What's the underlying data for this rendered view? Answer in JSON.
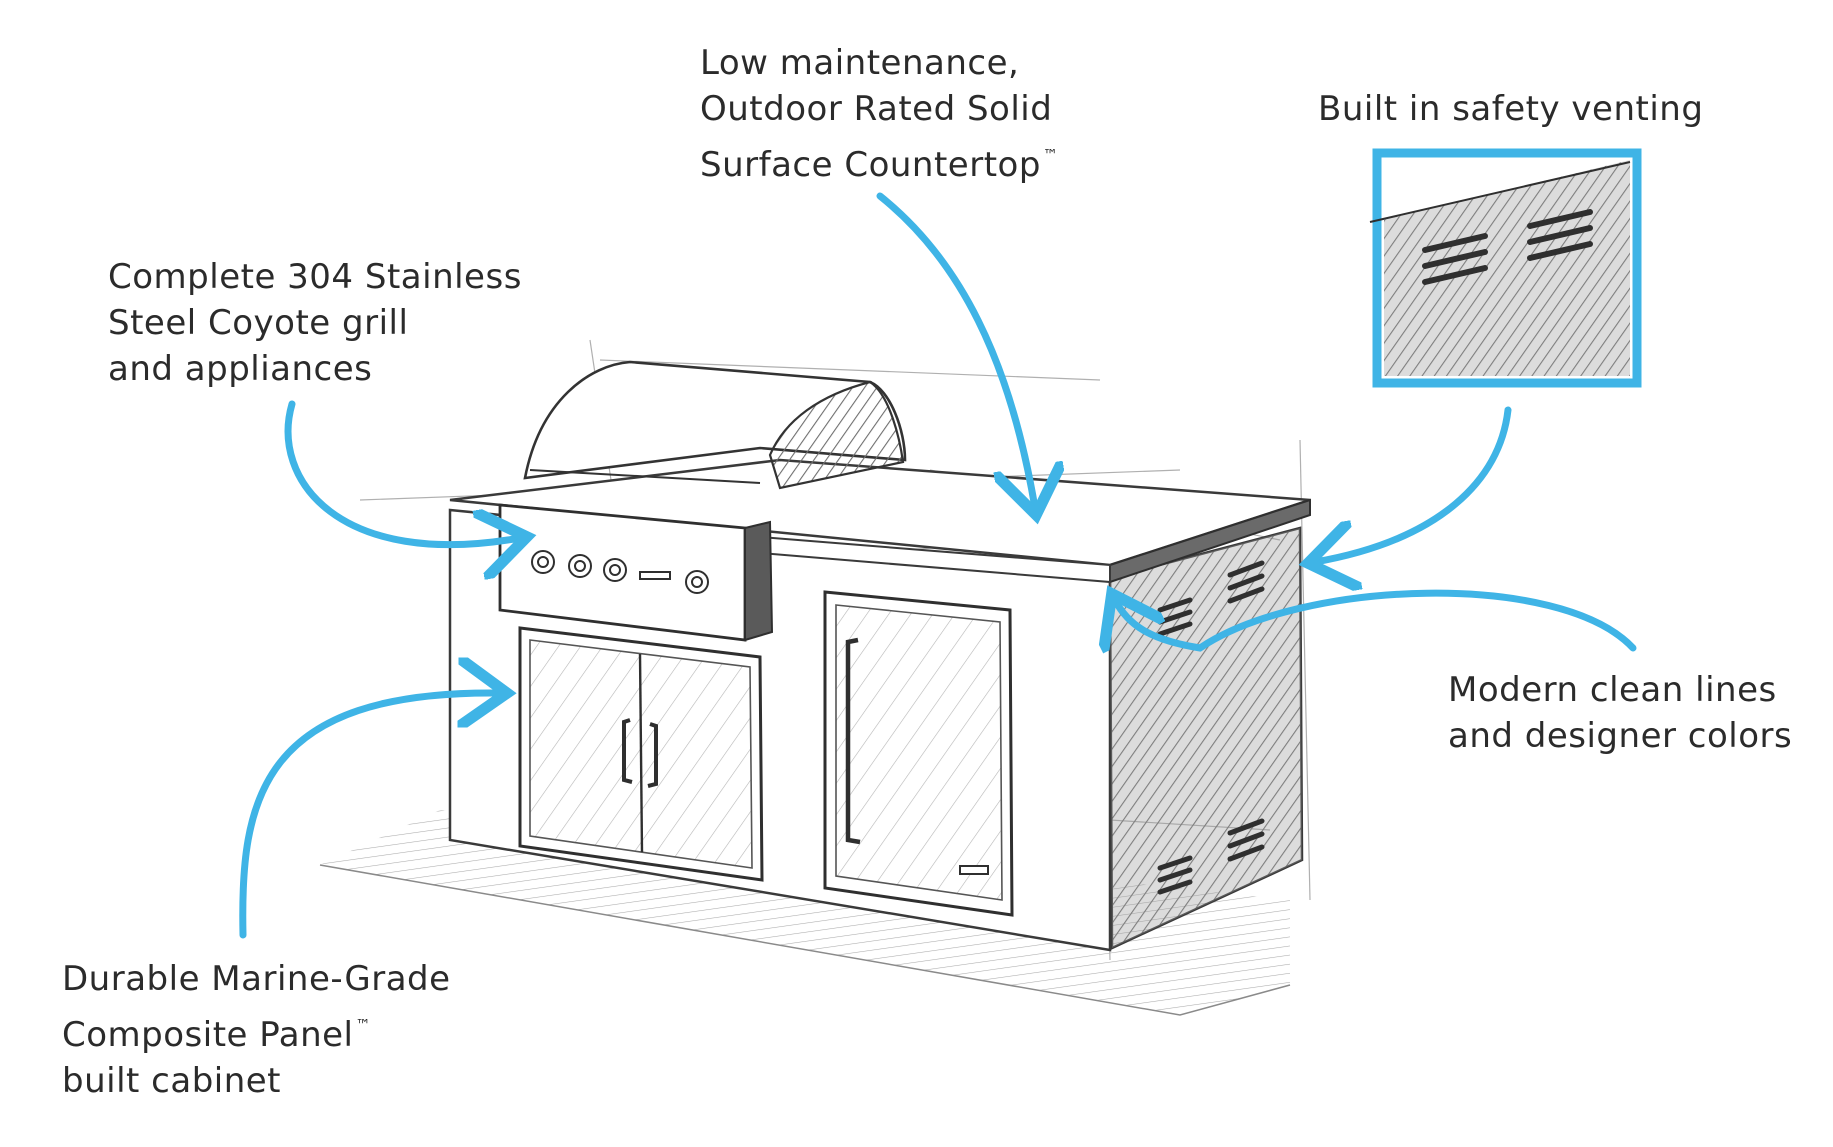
{
  "callouts": {
    "countertop": {
      "line1": "Low maintenance,",
      "line2": "Outdoor Rated Solid",
      "line3": "Surface Countertop",
      "mark": "™"
    },
    "venting": {
      "line1": "Built in safety venting"
    },
    "grill": {
      "line1": "Complete 304 Stainless",
      "line2": "Steel Coyote grill",
      "line3": "and appliances"
    },
    "design": {
      "line1": "Modern clean lines",
      "line2": "and designer colors"
    },
    "panel": {
      "line1": "Durable Marine-Grade",
      "line2": "Composite Panel",
      "mark": "™",
      "line3": "built cabinet"
    }
  },
  "colors": {
    "accent": "#3fb4e6",
    "ink": "#2b2b2b",
    "sketch": "#555555",
    "shade": "#8c8c8c"
  }
}
